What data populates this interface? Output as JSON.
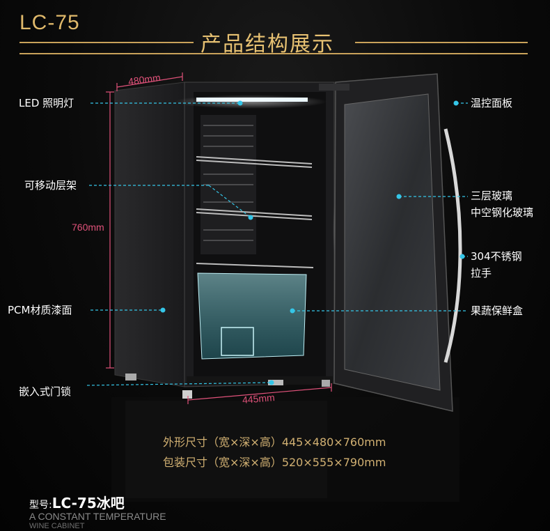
{
  "model_title": "LC-75",
  "heading": "产品结构展示",
  "labels": {
    "led_light": "LED 照明灯",
    "shelf": "可移动层架",
    "pcm": "PCM材质漆面",
    "lock": "嵌入式门锁",
    "control_panel": "温控面板",
    "glass_line1": "三层玻璃",
    "glass_line2": "中空钢化玻璃",
    "handle_line1": "304不锈钢",
    "handle_line2": "拉手",
    "crisper": "果蔬保鲜盒"
  },
  "dimensions": {
    "width": "480mm",
    "height": "760mm",
    "depth": "445mm"
  },
  "specs": {
    "outer": "外形尺寸（宽×深×高）445×480×760mm",
    "package": "包装尺寸（宽×深×高）520×555×790mm"
  },
  "bottom": {
    "model_prefix": "型号:",
    "model_name": "LC-75冰吧",
    "tagline1": "A CONSTANT TEMPERATURE",
    "tagline2": "WINE CABINET"
  },
  "colors": {
    "accent_gold": "#e0b96b",
    "dimension_pink": "#e0527a",
    "callout_cyan": "#35c6e8"
  }
}
